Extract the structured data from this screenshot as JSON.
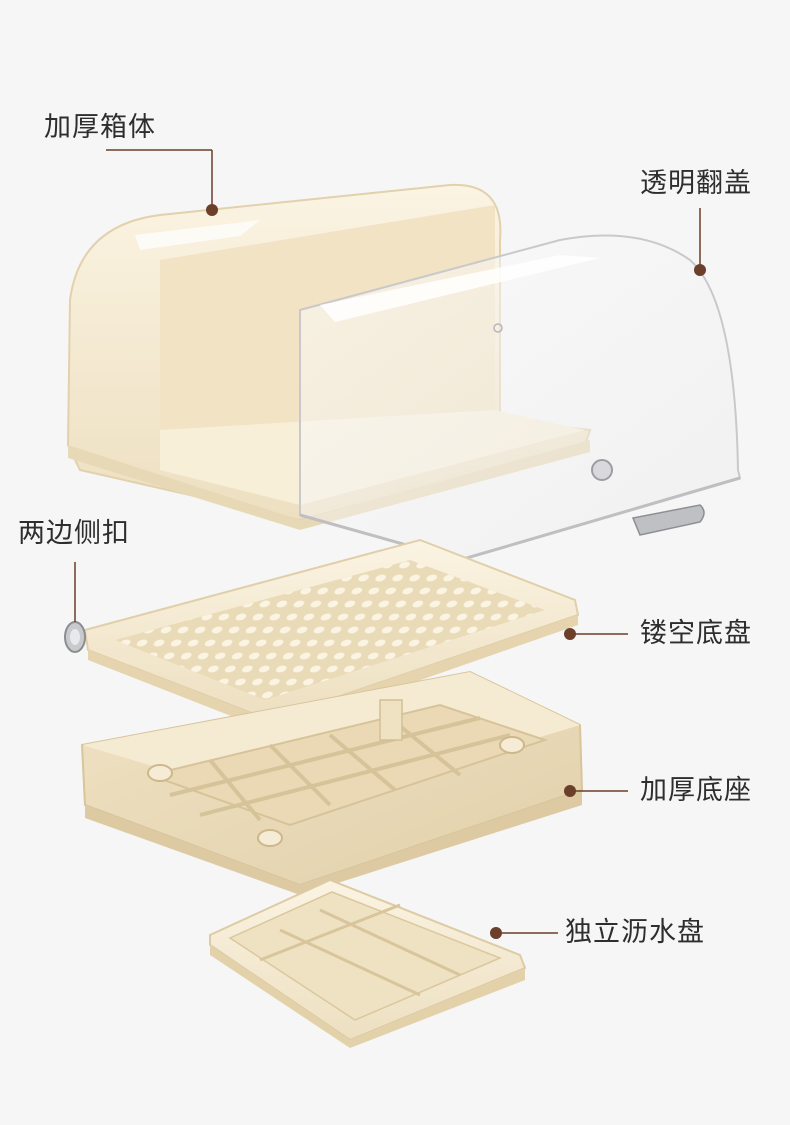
{
  "callouts": {
    "box_body": "加厚箱体",
    "clear_lid": "透明翻盖",
    "side_clasps": "两边侧扣",
    "hollow_tray": "镂空底盘",
    "thick_base": "加厚底座",
    "drain_tray": "独立沥水盘"
  },
  "colors": {
    "background": "#f6f6f6",
    "plastic_cream": "#f3e8cf",
    "plastic_shadow": "#e6d6b4",
    "leader_line": "#6b3f2a",
    "text": "#2e2e2e"
  }
}
